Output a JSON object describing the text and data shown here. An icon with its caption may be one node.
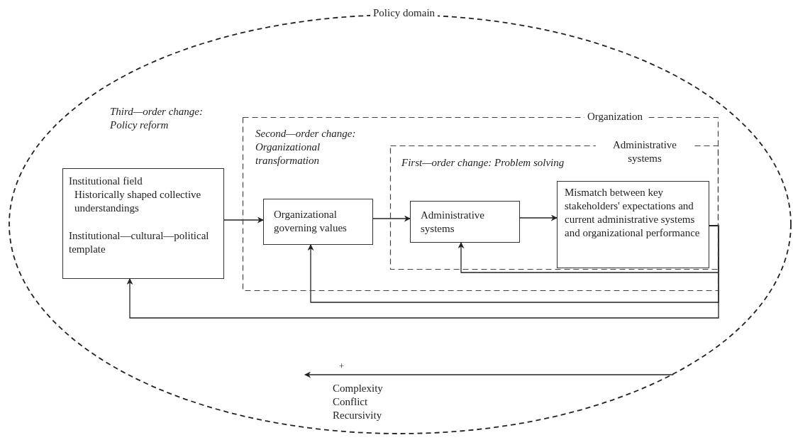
{
  "diagram": {
    "nodes": [
      {
        "text": [
          "Policy domain",
          "Third—order change: Policy reform"
        ]
      },
      {
        "text": [
          "Institutional field",
          "Historically shaped collective understandings",
          "Institutional—cultural—political template"
        ],
        "in": 0
      },
      {
        "text": [
          "Organization",
          "Second—order change: Organizational transformation"
        ],
        "in": 0
      },
      {
        "text": [
          "Organizational governing values"
        ],
        "in": 2
      },
      {
        "text": [
          "Administrative systems",
          "First—order change: Problem solving"
        ],
        "in": 2
      },
      {
        "text": [
          "Administrative systems"
        ],
        "in": 4
      },
      {
        "text": [
          "Mismatch between key stakeholders' expectations and current administrative systems and organizational performance"
        ],
        "in": 4
      }
    ],
    "edges": [
      {
        "from": 1,
        "to": 3,
        "arrow": "to"
      },
      {
        "from": 3,
        "to": 5,
        "arrow": "to"
      },
      {
        "from": 5,
        "to": 6,
        "arrow": "to"
      },
      {
        "from": 6,
        "to": 5,
        "arrow": "to"
      },
      {
        "from": 6,
        "to": 3,
        "arrow": "to"
      },
      {
        "from": 6,
        "to": 1,
        "arrow": "to"
      },
      {
        "from": 0,
        "to": null,
        "arrow": "to",
        "label": "+"
      }
    ],
    "labels": [
      "Complexity",
      "Conflict",
      "Recursivity"
    ]
  }
}
